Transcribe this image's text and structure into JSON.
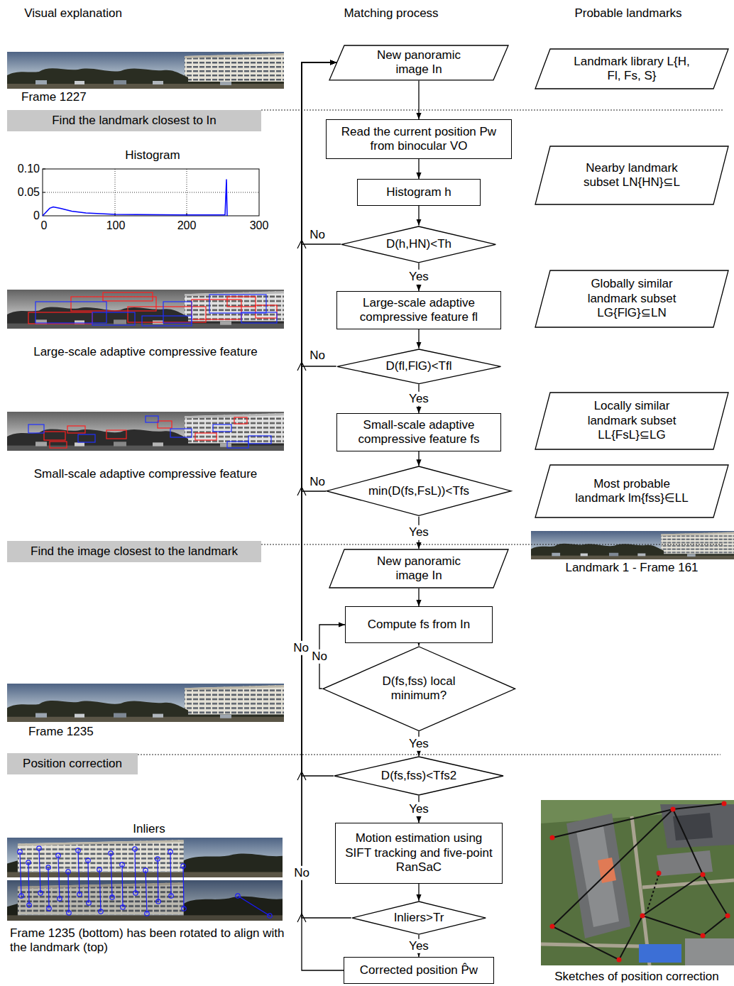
{
  "diagram": {
    "nodes": [
      {
        "text": [
          "New panoramic image In"
        ]
      },
      {
        "text": [
          "Landmark library L{H, Fl, Fs, S}"
        ]
      },
      {
        "text": [
          "Find the landmark closest to In"
        ]
      },
      {
        "text": [
          "Read the current position Pw from binocular VO"
        ]
      },
      {
        "text": [
          "Histogram h"
        ]
      },
      {
        "text": [
          "Nearby landmark subset LN{HN}⊆L"
        ]
      },
      {
        "text": [
          "D(h,HN)<Th"
        ]
      },
      {
        "text": [
          "Large-scale adaptive compressive feature fl"
        ]
      },
      {
        "text": [
          "Globally similar landmark subset LG{FlG}⊆LN"
        ]
      },
      {
        "text": [
          "D(fl,FlG)<Tfl"
        ]
      },
      {
        "text": [
          "Small-scale adaptive compressive feature fs"
        ]
      },
      {
        "text": [
          "Locally similar landmark subset LL{FsL}⊆LG"
        ]
      },
      {
        "text": [
          "min(D(fs,FsL))<Tfs"
        ]
      },
      {
        "text": [
          "Most probable landmark lm{fss}∈LL"
        ]
      },
      {
        "text": [
          "Find the image closest to the landmark"
        ]
      },
      {
        "text": [
          "New panoramic image In"
        ]
      },
      {
        "text": [
          "Compute fs from In"
        ]
      },
      {
        "text": [
          "D(fs,fss) local minimum?"
        ]
      },
      {
        "text": [
          "Position correction"
        ]
      },
      {
        "text": [
          "D(fs,fss)<Tfs2"
        ]
      },
      {
        "text": [
          "Motion estimation using SIFT tracking and five-point RanSaC"
        ]
      },
      {
        "text": [
          "Inliers>Tr"
        ]
      },
      {
        "text": [
          "Corrected position P̂w"
        ]
      }
    ],
    "edges": [
      {
        "from": 0,
        "to": 3,
        "arrow": "to"
      },
      {
        "from": 3,
        "to": 4,
        "arrow": "to"
      },
      {
        "from": 4,
        "to": 6,
        "arrow": "to"
      },
      {
        "from": 6,
        "to": 7,
        "label": "Yes",
        "arrow": "to"
      },
      {
        "from": 7,
        "to": 9,
        "arrow": "to"
      },
      {
        "from": 9,
        "to": 10,
        "label": "Yes",
        "arrow": "to"
      },
      {
        "from": 10,
        "to": 12,
        "arrow": "to"
      },
      {
        "from": 12,
        "to": 15,
        "label": "Yes",
        "arrow": "to"
      },
      {
        "from": 15,
        "to": 16,
        "arrow": "to"
      },
      {
        "from": 16,
        "to": 17,
        "arrow": "to"
      },
      {
        "from": 17,
        "to": 19,
        "label": "Yes",
        "arrow": "to"
      },
      {
        "from": 19,
        "to": 20,
        "label": "Yes",
        "arrow": "to"
      },
      {
        "from": 20,
        "to": 21,
        "arrow": "to"
      },
      {
        "from": 21,
        "to": 22,
        "label": "Yes",
        "arrow": "to"
      },
      {
        "from": 6,
        "to": 0,
        "label": "No",
        "arrow": "to"
      },
      {
        "from": 9,
        "to": 0,
        "label": "No",
        "arrow": "to"
      },
      {
        "from": 12,
        "to": 0,
        "label": "No",
        "arrow": "to"
      },
      {
        "from": 17,
        "to": 16,
        "label": "No",
        "arrow": "to"
      },
      {
        "from": 19,
        "to": 0,
        "label": "No",
        "arrow": "to"
      },
      {
        "from": 21,
        "to": 0,
        "arrow": "to"
      },
      {
        "from": 22,
        "to": 0,
        "arrow": "to"
      }
    ],
    "labels": [
      "Visual explanation",
      "Matching process",
      "Probable landmarks",
      "Frame 1227",
      "Histogram",
      "0.10",
      "0.05",
      "0",
      "0",
      "100",
      "200",
      "300",
      "Large-scale adaptive compressive feature",
      "Small-scale adaptive compressive feature",
      "Landmark 1 - Frame 161",
      "No",
      "Frame 1235",
      "Inliers",
      "Frame 1235 (bottom) has been rotated to align with the landmark (top)",
      "Sketches of position correction"
    ]
  }
}
